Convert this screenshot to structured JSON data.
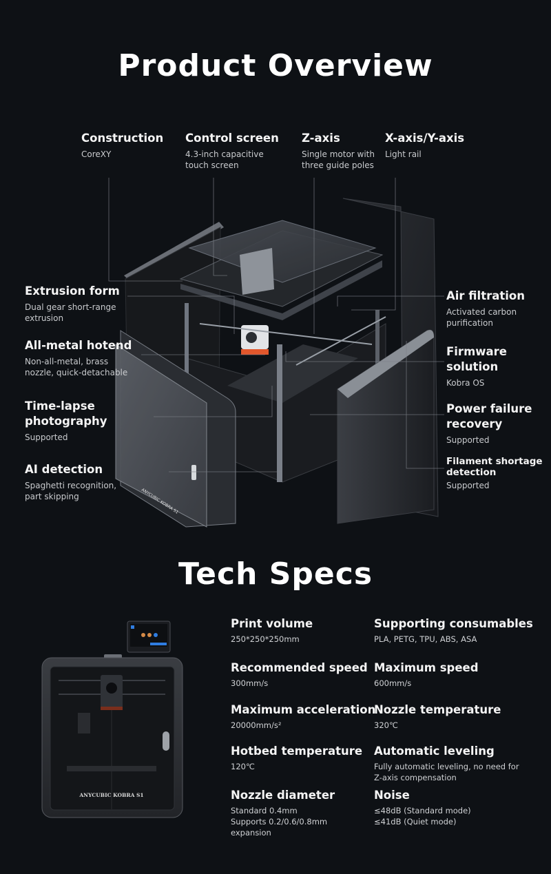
{
  "overview": {
    "title": "Product Overview",
    "top_features": [
      {
        "title": "Construction",
        "desc": [
          "CoreXY"
        ]
      },
      {
        "title": "Control screen",
        "desc": [
          "4.3-inch capacitive",
          "touch screen"
        ]
      },
      {
        "title": "Z-axis",
        "desc": [
          "Single motor with",
          "three guide poles"
        ]
      },
      {
        "title": "X-axis/Y-axis",
        "desc": [
          "Light rail"
        ]
      }
    ],
    "left_features": [
      {
        "title": [
          "Extrusion form"
        ],
        "desc": [
          "Dual gear short-range",
          "extrusion"
        ]
      },
      {
        "title": [
          "All-metal hotend"
        ],
        "desc": [
          "Non-all-metal, brass",
          "nozzle, quick-detachable"
        ]
      },
      {
        "title": [
          "Time-lapse",
          "photography"
        ],
        "desc": [
          "Supported"
        ]
      },
      {
        "title": [
          "AI detection"
        ],
        "desc": [
          "Spaghetti recognition,",
          "part skipping"
        ]
      }
    ],
    "right_features": [
      {
        "title": [
          "Air filtration"
        ],
        "desc": [
          "Activated carbon",
          "purification"
        ]
      },
      {
        "title": [
          "Firmware",
          "solution"
        ],
        "desc": [
          "Kobra OS"
        ]
      },
      {
        "title": [
          "Power failure",
          "recovery"
        ],
        "desc": [
          "Supported"
        ]
      },
      {
        "title": [
          "Filament shortage",
          "detection"
        ],
        "desc": [
          "Supported"
        ]
      }
    ],
    "product_label": "ANYCUBIC KOBRA S1"
  },
  "specs": {
    "title": "Tech Specs",
    "product_label": "ANYCUBIC KOBRA S1",
    "items": [
      {
        "title": "Print volume",
        "value": [
          "250*250*250mm"
        ]
      },
      {
        "title": "Supporting consumables",
        "value": [
          "PLA, PETG, TPU, ABS, ASA"
        ]
      },
      {
        "title": "Recommended speed",
        "value": [
          "300mm/s"
        ]
      },
      {
        "title": "Maximum speed",
        "value": [
          "600mm/s"
        ]
      },
      {
        "title": "Maximum acceleration",
        "value": [
          "20000mm/s²"
        ]
      },
      {
        "title": "Nozzle temperature",
        "value": [
          "320℃"
        ]
      },
      {
        "title": "Hotbed temperature",
        "value": [
          "120℃"
        ]
      },
      {
        "title": "Automatic leveling",
        "value": [
          "Fully automatic leveling, no need for",
          "Z-axis compensation"
        ]
      },
      {
        "title": "Nozzle diameter",
        "value": [
          "Standard 0.4mm",
          "Supports 0.2/0.6/0.8mm",
          "expansion"
        ]
      },
      {
        "title": "Noise",
        "value": [
          "≤48dB (Standard mode)",
          "≤41dB (Quiet mode)"
        ]
      }
    ]
  },
  "colors": {
    "background": "#0e1115",
    "accent_orange": "#e2572c",
    "screen_blue": "#2f7de1"
  }
}
